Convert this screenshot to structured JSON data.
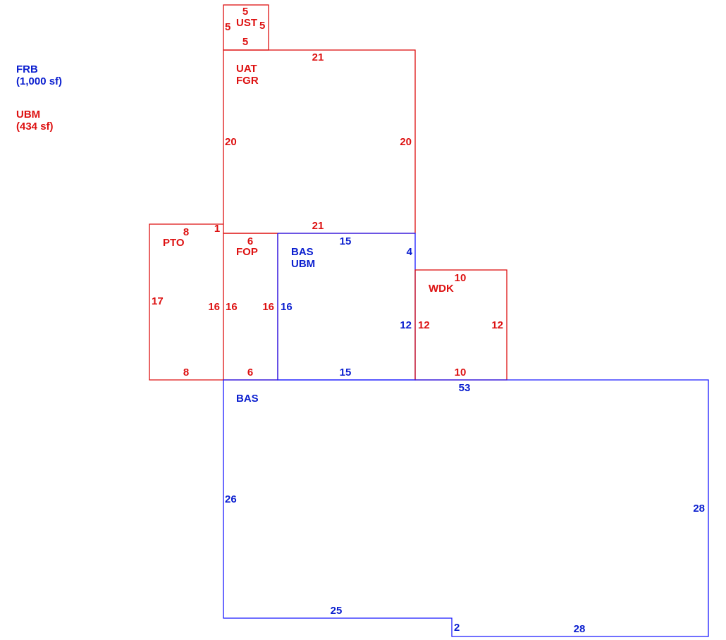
{
  "colors": {
    "red": "#dd1111",
    "blue": "#0a1ecf"
  },
  "legend": {
    "frb": {
      "code": "FRB",
      "area": "(1,000 sf)"
    },
    "ubm": {
      "code": "UBM",
      "area": "(434 sf)"
    }
  },
  "areas": {
    "ust": {
      "label": "UST",
      "dims": {
        "top": "5",
        "left": "5",
        "right": "5",
        "bottom": "5"
      }
    },
    "uat_fgr": {
      "label1": "UAT",
      "label2": "FGR",
      "dims": {
        "top": "21",
        "left": "20",
        "right": "20",
        "bottom": "21"
      }
    },
    "pto": {
      "label": "PTO",
      "dims": {
        "top": "8",
        "jog": "1",
        "left": "17",
        "right": "16",
        "bottom": "8"
      }
    },
    "fop": {
      "label": "FOP",
      "dims": {
        "top": "6",
        "left": "16",
        "right": "16",
        "bottom": "6"
      }
    },
    "bas_ubm": {
      "label1": "BAS",
      "label2": "UBM",
      "dims": {
        "top": "15",
        "left": "16",
        "right_upper": "4",
        "right_lower": "12",
        "bottom": "15"
      }
    },
    "wdk": {
      "label": "WDK",
      "dims": {
        "top": "10",
        "left": "12",
        "right": "12",
        "bottom": "10"
      }
    },
    "bas_main": {
      "label": "BAS",
      "dims": {
        "top": "53",
        "left": "26",
        "right": "28",
        "bottom_left": "25",
        "step": "2",
        "bottom_right": "28"
      }
    }
  }
}
